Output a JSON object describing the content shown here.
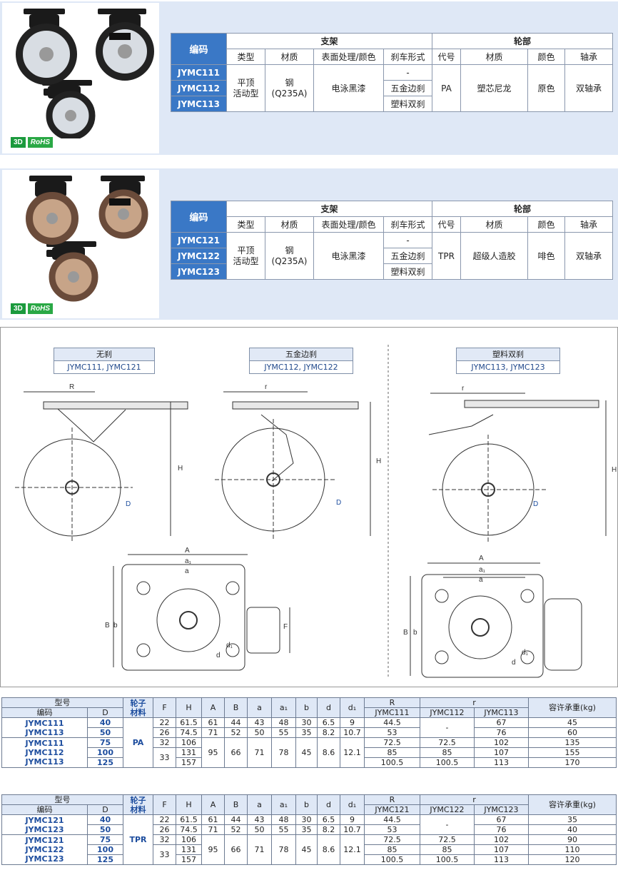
{
  "panel1": {
    "badge_3d": "3D",
    "badge_rohs": "RoHS",
    "table": {
      "code_header": "编码",
      "bracket_header": "支架",
      "wheel_header": "轮部",
      "cols": [
        "类型",
        "材质",
        "表面处理/颜色",
        "刹车形式",
        "代号",
        "材质",
        "颜色",
        "轴承"
      ],
      "codes": [
        "JYMC111",
        "JYMC112",
        "JYMC113"
      ],
      "type": "平顶\n活动型",
      "bracket_material": "钢\n(Q235A)",
      "surface": "电泳黑漆",
      "brakes": [
        "-",
        "五金边刹",
        "塑料双刹"
      ],
      "wheel_code": "PA",
      "wheel_material": "塑芯尼龙",
      "wheel_color": "原色",
      "bearing": "双轴承"
    }
  },
  "panel2": {
    "badge_3d": "3D",
    "badge_rohs": "RoHS",
    "table": {
      "code_header": "编码",
      "bracket_header": "支架",
      "wheel_header": "轮部",
      "cols": [
        "类型",
        "材质",
        "表面处理/颜色",
        "刹车形式",
        "代号",
        "材质",
        "颜色",
        "轴承"
      ],
      "codes": [
        "JYMC121",
        "JYMC122",
        "JYMC123"
      ],
      "type": "平顶\n活动型",
      "bracket_material": "钢\n(Q235A)",
      "surface": "电泳黑漆",
      "brakes": [
        "-",
        "五金边刹",
        "塑料双刹"
      ],
      "wheel_code": "TPR",
      "wheel_material": "超级人造胶",
      "wheel_color": "啡色",
      "bearing": "双轴承"
    }
  },
  "drawing": {
    "tag1": {
      "title": "无刹",
      "models": "JYMC111, JYMC121"
    },
    "tag2": {
      "title": "五金边刹",
      "models": "JYMC112, JYMC122"
    },
    "tag3": {
      "title": "塑料双刹",
      "models": "JYMC113, JYMC123"
    },
    "labels": {
      "R": "R",
      "r": "r",
      "H": "H",
      "D": "D",
      "A": "A",
      "a1": "a₁",
      "a": "a",
      "B": "B",
      "b": "b",
      "F": "F",
      "d": "d",
      "d1": "d₁"
    }
  },
  "dim_table_1": {
    "h_model": "型号",
    "h_code": "编码",
    "h_D": "D",
    "h_wheel": "轮子\n材料",
    "cols": [
      "F",
      "H",
      "A",
      "B",
      "a",
      "a₁",
      "b",
      "d",
      "d₁"
    ],
    "h_R": "R",
    "h_r": "r",
    "h_load": "容许承重(kg)",
    "R_sub": "JYMC111",
    "r_sub": [
      "JYMC112",
      "JYMC113"
    ],
    "group1_codes": [
      "JYMC111",
      "JYMC113"
    ],
    "group2_codes": [
      "JYMC111",
      "JYMC112",
      "JYMC113"
    ],
    "material": "PA",
    "rows": [
      {
        "D": "40",
        "F": "22",
        "H": "61.5",
        "A": "61",
        "B": "44",
        "a": "43",
        "a1": "48",
        "b": "30",
        "d": "6.5",
        "d1": "9",
        "R": "44.5",
        "r112": "-",
        "r113": "67",
        "load": "45"
      },
      {
        "D": "50",
        "F": "26",
        "H": "74.5",
        "A": "71",
        "B": "52",
        "a": "50",
        "a1": "55",
        "b": "35",
        "d": "8.2",
        "d1": "10.7",
        "R": "53",
        "r113": "76",
        "load": "60"
      },
      {
        "D": "75",
        "F": "32",
        "H": "106",
        "R": "72.5",
        "r112": "72.5",
        "r113": "102",
        "load": "135"
      },
      {
        "D": "100",
        "F": "33",
        "H": "131",
        "A": "95",
        "B": "66",
        "a": "71",
        "a1": "78",
        "b": "45",
        "d": "8.6",
        "d1": "12.1",
        "R": "85",
        "r112": "85",
        "r113": "107",
        "load": "155"
      },
      {
        "D": "125",
        "H": "157",
        "R": "100.5",
        "r112": "100.5",
        "r113": "113",
        "load": "170"
      }
    ]
  },
  "dim_table_2": {
    "h_model": "型号",
    "h_code": "编码",
    "h_D": "D",
    "h_wheel": "轮子\n材料",
    "cols": [
      "F",
      "H",
      "A",
      "B",
      "a",
      "a₁",
      "b",
      "d",
      "d₁"
    ],
    "h_R": "R",
    "h_r": "r",
    "h_load": "容许承重(kg)",
    "R_sub": "JYMC121",
    "r_sub": [
      "JYMC122",
      "JYMC123"
    ],
    "group1_codes": [
      "JYMC121",
      "JYMC123"
    ],
    "group2_codes": [
      "JYMC121",
      "JYMC122",
      "JYMC123"
    ],
    "material": "TPR",
    "rows": [
      {
        "D": "40",
        "F": "22",
        "H": "61.5",
        "A": "61",
        "B": "44",
        "a": "43",
        "a1": "48",
        "b": "30",
        "d": "6.5",
        "d1": "9",
        "R": "44.5",
        "r112": "-",
        "r113": "67",
        "load": "35"
      },
      {
        "D": "50",
        "F": "26",
        "H": "74.5",
        "A": "71",
        "B": "52",
        "a": "50",
        "a1": "55",
        "b": "35",
        "d": "8.2",
        "d1": "10.7",
        "R": "53",
        "r113": "76",
        "load": "40"
      },
      {
        "D": "75",
        "F": "32",
        "H": "106",
        "R": "72.5",
        "r112": "72.5",
        "r113": "102",
        "load": "90"
      },
      {
        "D": "100",
        "F": "33",
        "H": "131",
        "A": "95",
        "B": "66",
        "a": "71",
        "a1": "78",
        "b": "45",
        "d": "8.6",
        "d1": "12.1",
        "R": "85",
        "r112": "85",
        "r113": "107",
        "load": "110"
      },
      {
        "D": "125",
        "H": "157",
        "R": "100.5",
        "r112": "100.5",
        "r113": "113",
        "load": "120"
      }
    ]
  }
}
